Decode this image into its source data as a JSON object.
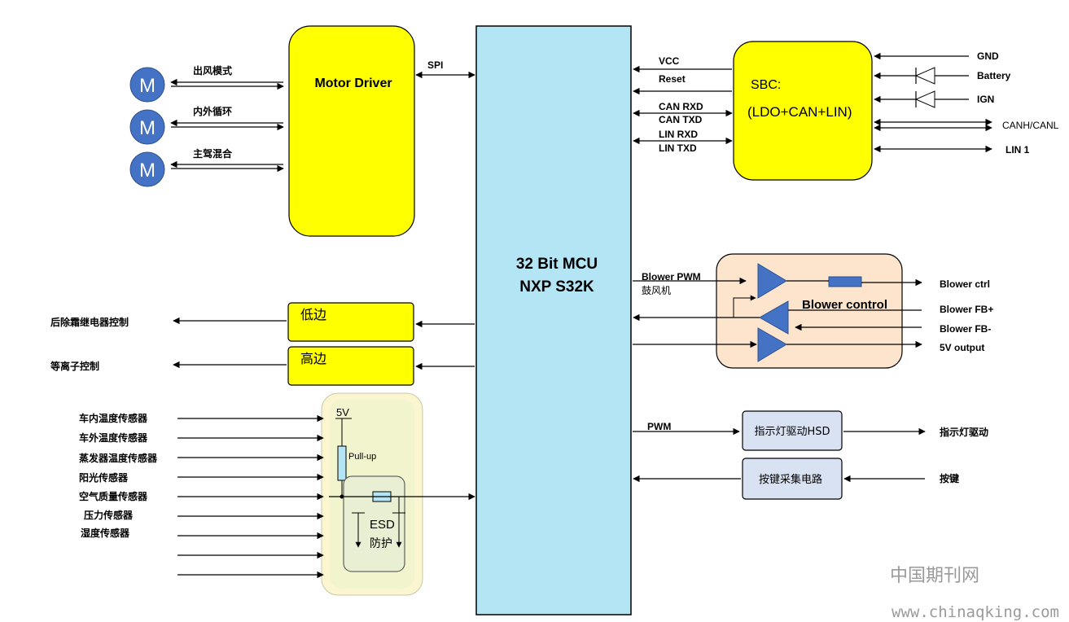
{
  "blocks": {
    "mcu": {
      "line1": "32 Bit MCU",
      "line2": "NXP S32K",
      "fill": "#b3e5f5"
    },
    "motor_driver": {
      "label": "Motor Driver",
      "fill": "#ffff00"
    },
    "sbc": {
      "line1": "SBC:",
      "line2": "(LDO+CAN+LIN)",
      "fill": "#ffff00"
    },
    "low_side": {
      "label": "低边"
    },
    "high_side": {
      "label": "高边"
    },
    "blower_control": {
      "label": "Blower control",
      "fill": "#fde4cc"
    },
    "hsd": {
      "label": "指示灯驱动HSD",
      "fill": "#d9e2f3"
    },
    "key_circuit": {
      "label": "按键采集电路"
    },
    "input_circuit": {
      "v5": "5V",
      "pullup": "Pull-up",
      "esd": "ESD",
      "protect": "防护",
      "fill": "#fbf5d0"
    }
  },
  "motors": {
    "symbol": "M",
    "color": "#4472c4",
    "labels": [
      "出风模式",
      "内外循环",
      "主驾混合"
    ]
  },
  "signals": {
    "spi": "SPI",
    "vcc": "VCC",
    "reset": "Reset",
    "can_rxd": "CAN RXD",
    "can_txd": "CAN TXD",
    "lin_rxd": "LIN RXD",
    "lin_txd": "LIN TXD",
    "gnd": "GND",
    "battery": "Battery",
    "ign": "IGN",
    "canh_canl": "CANH/CANL",
    "lin1": "LIN 1",
    "blower_pwm": "Blower  PWM",
    "blower_cn": "鼓风机",
    "blower_ctrl": "Blower ctrl",
    "blower_fb_plus": "Blower FB+",
    "blower_fb_minus": "Blower FB-",
    "out_5v": "5V output",
    "pwm": "PWM",
    "led_drive": "指示灯驱动",
    "key": "按键",
    "defrost_relay": "后除霜继电器控制",
    "plasma": "等离子控制"
  },
  "sensors": [
    "车内温度传感器",
    "车外温度传感器",
    "蒸发器温度传感器",
    "阳光传感器",
    "空气质量传感器",
    "压力传感器",
    "湿度传感器"
  ],
  "watermark": {
    "line1": "中国期刊网",
    "line2": "www.chinaqking.com"
  }
}
